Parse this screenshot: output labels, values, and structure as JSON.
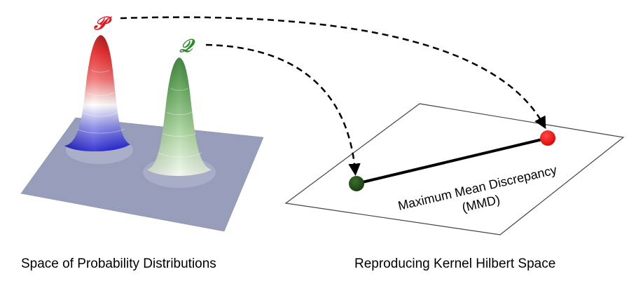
{
  "labels": {
    "p": "𝒫",
    "q": "𝒬",
    "mmd_line1": "Maximum Mean Discrepancy",
    "mmd_line2": "(MMD)"
  },
  "captions": {
    "left": "Space of Probability Distributions",
    "right": "Reproducing Kernel Hilbert Space"
  },
  "colors": {
    "p": "#e8141e",
    "q": "#2a8a2a",
    "q_point": "#1e4d12",
    "base_plane": "#9aa0bc",
    "rkhs_plane_border": "#444444",
    "arrow": "#000000"
  }
}
